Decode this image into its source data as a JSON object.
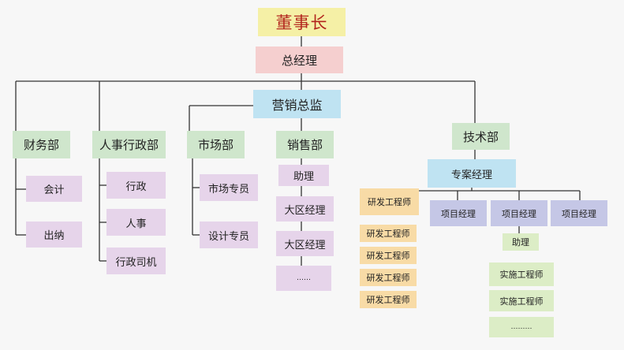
{
  "nodes": {
    "chairman": "董事长",
    "gm": "总经理",
    "marketing_director": "营销总监",
    "finance": "财务部",
    "accountant": "会计",
    "cashier": "出纳",
    "hr_admin": "人事行政部",
    "admin": "行政",
    "hr": "人事",
    "driver": "行政司机",
    "market": "市场部",
    "market_specialist": "市场专员",
    "design_specialist": "设计专员",
    "sales": "销售部",
    "sales_assistant": "助理",
    "regional_manager_1": "大区经理",
    "regional_manager_2": "大区经理",
    "sales_more": "……",
    "tech": "技术部",
    "project_manager_lead": "专案经理",
    "rd_lead": "研发工程师",
    "rd_1": "研发工程师",
    "rd_2": "研发工程师",
    "rd_3": "研发工程师",
    "rd_4": "研发工程师",
    "pm_1": "项目经理",
    "pm_2": "项目经理",
    "pm_3": "项目经理",
    "pm_assistant": "助理",
    "impl_1": "实施工程师",
    "impl_2": "实施工程师",
    "tech_more": "………"
  },
  "colors": {
    "chairman": "#f5f0a6",
    "gm": "#f5cfcf",
    "marketing_director": "#bfe3f2",
    "department": "#cfe6cc",
    "staff": "#e6d4ea",
    "rd": "#f8dba6",
    "project_manager": "#c5c7e6",
    "implementation": "#dcedc6",
    "line": "#333333",
    "chairman_text": "#b3261e"
  }
}
